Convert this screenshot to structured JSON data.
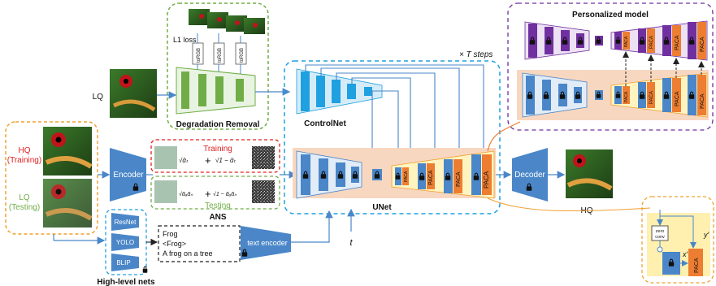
{
  "degradation": {
    "l1_loss": "L1 loss",
    "torgb": "toRGB",
    "title": "Degradation Removal"
  },
  "lq_left_label": "LQ",
  "input_group": {
    "hq_line1": "HQ",
    "hq_line2": "(Training)",
    "lq_line1": "LQ",
    "lq_line2": "(Testing)"
  },
  "encoder_label": "Encoder",
  "ans": {
    "training_label": "Training",
    "training_eq_left": "√ᾱₜ",
    "training_eq_right": "√1 − ᾱₜ",
    "testing_label": "Testing",
    "testing_eq_left": "√ᾱₐᾱₙ",
    "testing_eq_right": "√1 − ᾱₐᾱₙ",
    "title": "ANS",
    "plus": "+"
  },
  "controlnet_label": "ControlNet",
  "steps_label": "× T steps",
  "unet_label": "UNet",
  "paca": "PACA",
  "t_label": "t",
  "decoder_label": "Decoder",
  "hq_out_label": "HQ",
  "personalized_title": "Personalized model",
  "high_level": {
    "items": [
      "ResNet",
      "YOLO",
      "BLIP"
    ],
    "title": "High-level nets"
  },
  "captions": {
    "line1": "Frog",
    "line2": "<Frog>",
    "line3": "A frog on a tree"
  },
  "text_encoder_label": "text encoder",
  "detail": {
    "zero_conv_1": "zero",
    "zero_conv_2": "conv",
    "x_prime": "x′",
    "y_prime": "y′"
  },
  "colors": {
    "blue": "#4a86c8",
    "green": "#70ad47",
    "orange_bg": "#f8d7c0",
    "purple": "#7030a0",
    "paca": "#ed7d31",
    "cyan": "#1fa0e0"
  }
}
